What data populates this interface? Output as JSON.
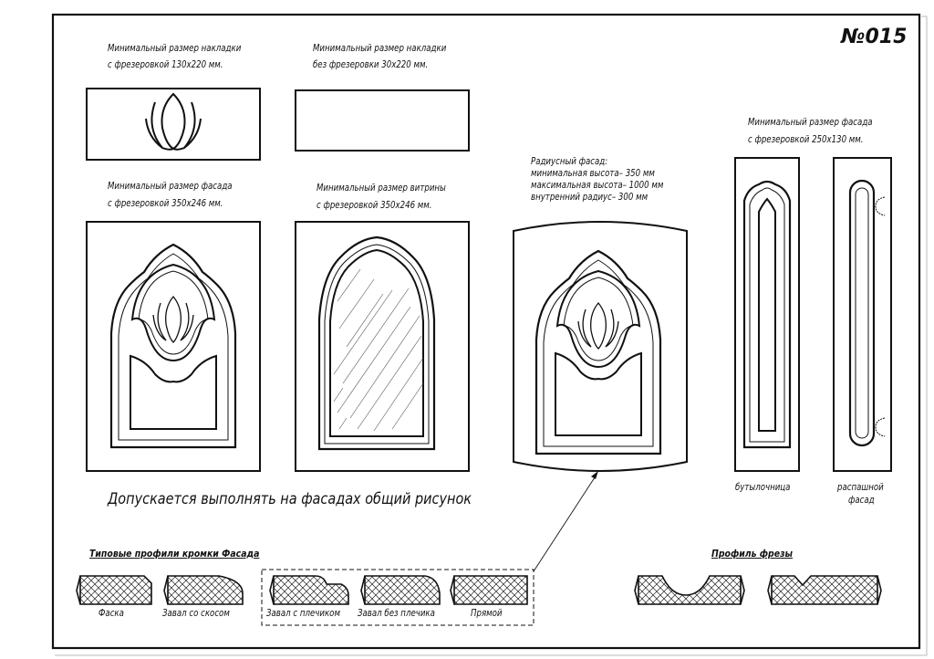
{
  "sheet_number": "№015",
  "overlay_130": {
    "line1": "Минимальный размер накладки",
    "line2": "с фрезеровкой 130х220 мм."
  },
  "overlay_30": {
    "line1": "Минимальный размер накладки",
    "line2": "без фрезеровки 30х220 мм."
  },
  "facade_350": {
    "line1": "Минимальный размер фасада",
    "line2": "с фрезеровкой 350х246 мм."
  },
  "vitrine_350": {
    "line1": "Минимальный размер витрины",
    "line2": "с фрезеровкой 350х246 мм."
  },
  "radius_facade": {
    "line1": "Радиусный фасад:",
    "line2": "минимальная высота– 350 мм",
    "line3": "максимальная высота– 1000 мм",
    "line4": "внутренний радиус– 300 мм"
  },
  "facade_250": {
    "line1": "Минимальный размер фасада",
    "line2": "с фрезеровкой 250х130 мм."
  },
  "bottle_label": "бутылочница",
  "swing_label": {
    "line1": "распашной",
    "line2": "фасад"
  },
  "common_pattern_note": "Допускается выполнять на фасадах общий рисунок",
  "edge_profiles": {
    "title": "Типовые профили кромки Фасада",
    "items": [
      "Фаска",
      "Завал со скосом",
      "Завал с плечиком",
      "Завал без плечика",
      "Прямой"
    ]
  },
  "cutter_profile": {
    "title": "Профиль фрезы"
  },
  "colors": {
    "ink": "#111111",
    "paper": "#ffffff",
    "glass_hatch": "#555555"
  }
}
